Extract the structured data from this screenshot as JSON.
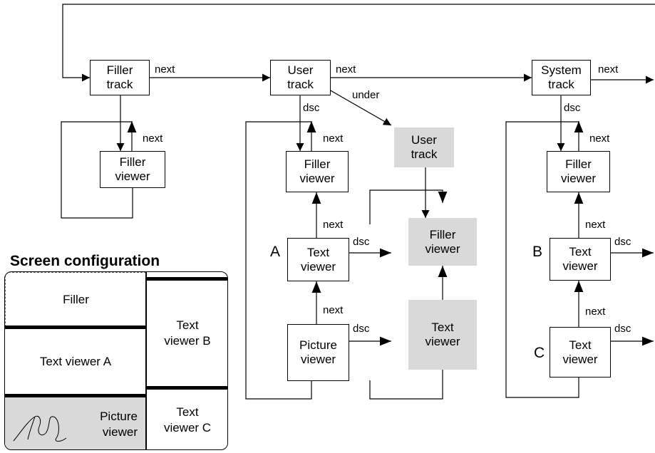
{
  "tracks": {
    "filler": {
      "line1": "Filler",
      "line2": "track"
    },
    "user": {
      "line1": "User",
      "line2": "track"
    },
    "system": {
      "line1": "System",
      "line2": "track"
    },
    "user_shaded": {
      "line1": "User",
      "line2": "track"
    }
  },
  "viewers": {
    "filler_viewer_1": {
      "line1": "Filler",
      "line2": "viewer"
    },
    "filler_viewer_2": {
      "line1": "Filler",
      "line2": "viewer"
    },
    "text_viewer_a": {
      "line1": "Text",
      "line2": "viewer"
    },
    "picture_viewer": {
      "line1": "Picture",
      "line2": "viewer"
    },
    "filler_viewer_shaded": {
      "line1": "Filler",
      "line2": "viewer"
    },
    "text_viewer_shaded": {
      "line1": "Text",
      "line2": "viewer"
    },
    "filler_viewer_3": {
      "line1": "Filler",
      "line2": "viewer"
    },
    "text_viewer_b": {
      "line1": "Text",
      "line2": "viewer"
    },
    "text_viewer_c": {
      "line1": "Text",
      "line2": "viewer"
    }
  },
  "edge_labels": {
    "next_filler_user": "next",
    "next_user_system": "next",
    "next_system_out": "next",
    "under": "under",
    "dsc_user": "dsc",
    "dsc_system": "dsc",
    "next_filler_loop": "next",
    "next_user_filler_viewer": "next",
    "next_a_filler": "next",
    "dsc_a": "dsc",
    "next_picture_a": "next",
    "dsc_picture": "dsc",
    "next_system_filler_viewer": "next",
    "next_b_filler": "next",
    "dsc_b": "dsc",
    "next_c_b": "next",
    "dsc_c": "dsc"
  },
  "letters": {
    "a": "A",
    "b": "B",
    "c": "C"
  },
  "screen_configuration": {
    "title": "Screen configuration",
    "filler": "Filler",
    "text_viewer_a": "Text viewer A",
    "picture_line1": "Picture",
    "picture_line2": "viewer",
    "text_viewer_b_line1": "Text",
    "text_viewer_b_line2": "viewer B",
    "text_viewer_c_line1": "Text",
    "text_viewer_c_line2": "viewer C"
  },
  "colors": {
    "shade": "#d9d9d9",
    "line": "#000000"
  }
}
